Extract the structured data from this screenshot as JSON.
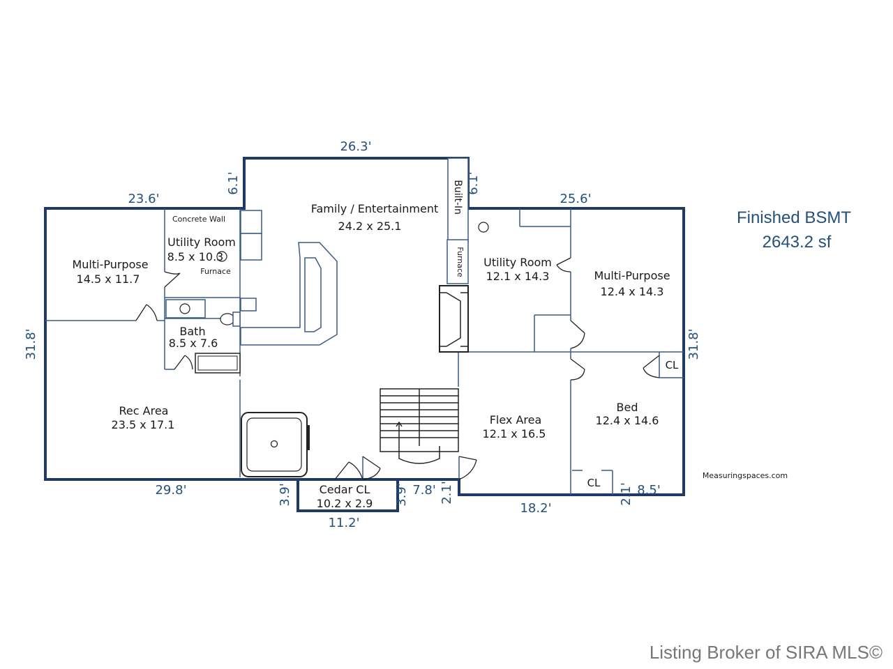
{
  "summary": {
    "title": "Finished BSMT",
    "area": "2643.2 sf"
  },
  "rooms": {
    "family": {
      "name": "Family / Entertainment",
      "size": "24.2 x 25.1"
    },
    "utility_left": {
      "name": "Utility Room",
      "size": "8.5 x 10.3"
    },
    "concrete_wall": "Concrete Wall",
    "furnace_left": "Furnace",
    "multi_left": {
      "name": "Multi-Purpose",
      "size": "14.5 x 11.7"
    },
    "bath": {
      "name": "Bath",
      "size": "8.5 x 7.6"
    },
    "rec": {
      "name": "Rec Area",
      "size": "23.5 x 17.1"
    },
    "cedar": {
      "name": "Cedar CL",
      "size": "10.2 x 2.9"
    },
    "utility_right": {
      "name": "Utility Room",
      "size": "12.1 x 14.3"
    },
    "multi_right": {
      "name": "Multi-Purpose",
      "size": "12.4 x 14.3"
    },
    "flex": {
      "name": "Flex Area",
      "size": "12.1 x 16.5"
    },
    "bed": {
      "name": "Bed",
      "size": "12.4 x 14.6"
    },
    "closet_upper": "CL",
    "closet_lower": "CL",
    "built_in": "Built-In",
    "furnace_right": "Furnace"
  },
  "dimensions": {
    "top_center": "26.3'",
    "left_step": "6.1'",
    "right_step": "6.1'",
    "top_left": "23.6'",
    "top_right": "25.6'",
    "left_side": "31.8'",
    "right_side": "31.8'",
    "bottom_left": "29.8'",
    "cedar_left": "3.9'",
    "cedar_right": "3.9'",
    "cedar_bottom": "11.2'",
    "stair_jog": "7.8'",
    "stair_drop": "2.1'",
    "bottom_right": "18.2'",
    "bed_drop": "2.1'",
    "bed_jog": "8.5'"
  },
  "credit": "Measuringspaces.com",
  "footer": "Listing Broker of SIRA MLS©"
}
